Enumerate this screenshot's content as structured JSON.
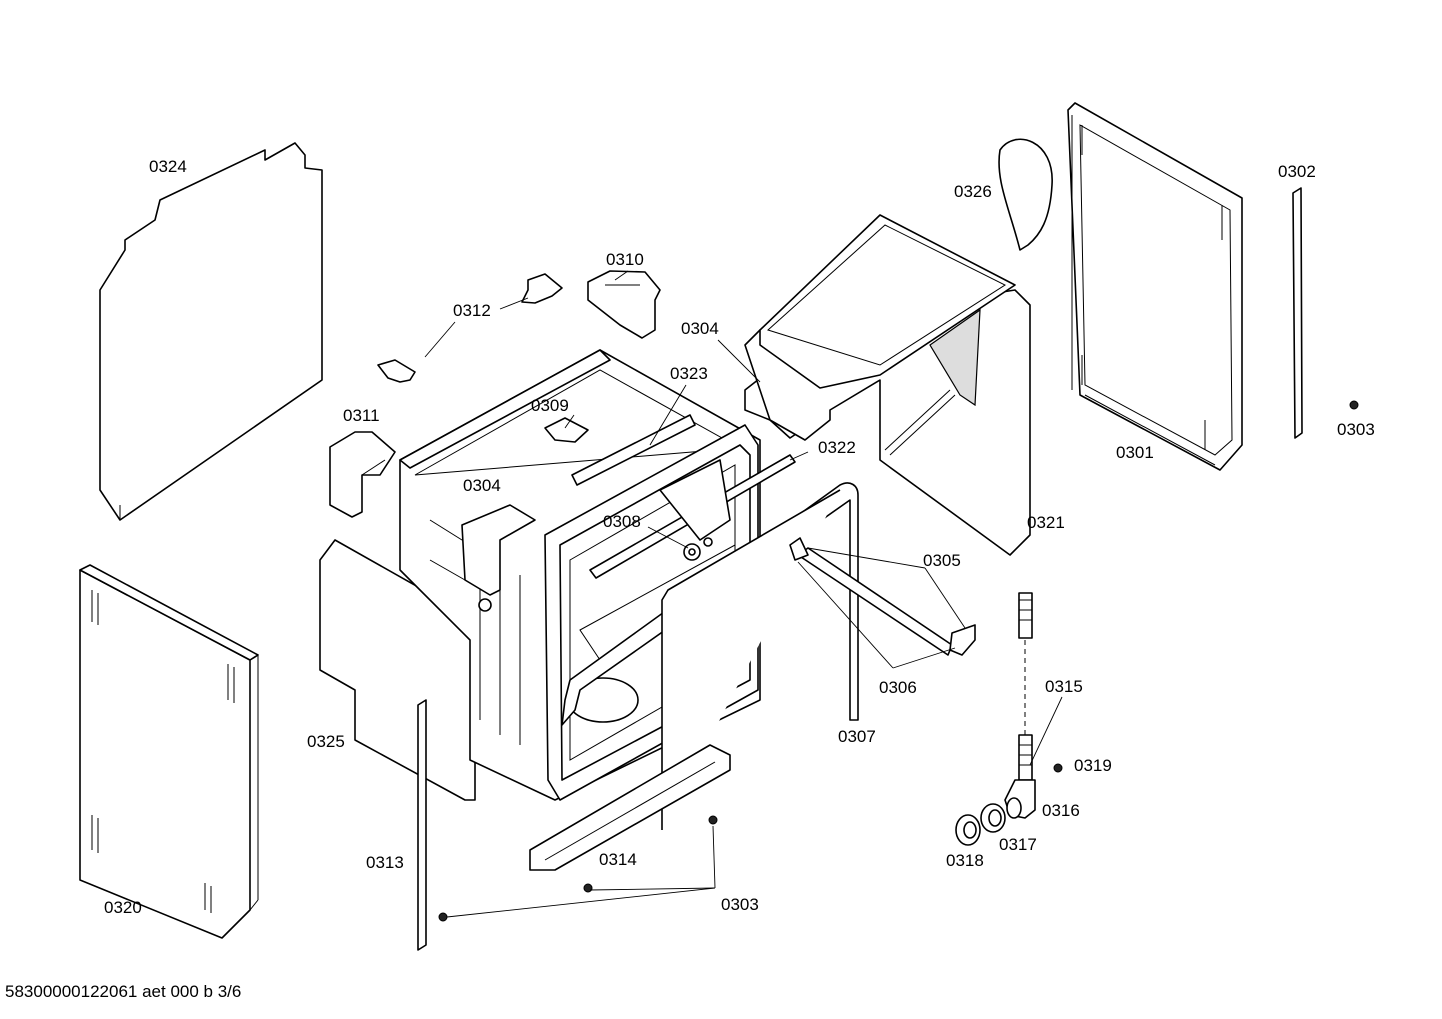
{
  "parts": {
    "p0324": "0324",
    "p0326": "0326",
    "p0302": "0302",
    "p0310": "0310",
    "p0312": "0312",
    "p0304a": "0304",
    "p0323": "0323",
    "p0309": "0309",
    "p0311": "0311",
    "p0322": "0322",
    "p0304b": "0304",
    "p0308": "0308",
    "p0303a": "0303",
    "p0301": "0301",
    "p0321": "0321",
    "p0305": "0305",
    "p0306": "0306",
    "p0307": "0307",
    "p0315": "0315",
    "p0325": "0325",
    "p0319": "0319",
    "p0316": "0316",
    "p0317": "0317",
    "p0318": "0318",
    "p0313": "0313",
    "p0314": "0314",
    "p0320": "0320",
    "p0303b": "0303"
  },
  "caption": "58300000122061 aet 000 b 3/6"
}
